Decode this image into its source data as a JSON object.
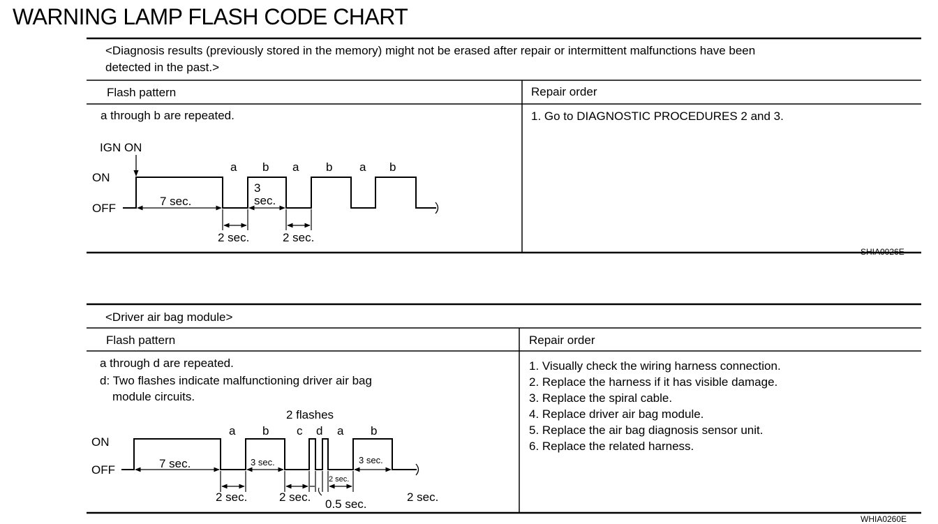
{
  "page_title": "WARNING LAMP FLASH CODE CHART",
  "table1": {
    "header_note_line1": "<Diagnosis results (previously stored in the memory) might not be erased after repair or intermittent malfunctions have been",
    "header_note_line2": "detected in the past.>",
    "col_flash": "Flash pattern",
    "col_repair": "Repair order",
    "description": "a through b are repeated.",
    "repair_steps": [
      "1. Go to DIAGNOSTIC PROCEDURES 2 and 3."
    ],
    "diagram": {
      "ign_on": "IGN ON",
      "on": "ON",
      "off": "OFF",
      "pulse_letters": [
        "a",
        "b",
        "a",
        "b",
        "a",
        "b"
      ],
      "label_7sec": "7 sec.",
      "label_3": "3",
      "label_3sec": "sec.",
      "label_2sec_a": "2 sec.",
      "label_2sec_b": "2 sec."
    },
    "code": "SHIA0026E"
  },
  "table2": {
    "header_note": "<Driver air bag module>",
    "col_flash": "Flash pattern",
    "col_repair": "Repair order",
    "description1": "a through d are repeated.",
    "description2": "d: Two flashes indicate malfunctioning driver air bag",
    "description3": "module circuits.",
    "repair_steps": [
      "1. Visually check the wiring harness connection.",
      "2. Replace the harness if it has visible damage.",
      "3. Replace the spiral cable.",
      "4. Replace driver air bag module.",
      "5. Replace the air bag diagnosis sensor unit.",
      "6. Replace the related harness."
    ],
    "diagram": {
      "flashes": "2 flashes",
      "on": "ON",
      "off": "OFF",
      "letters": [
        "a",
        "b",
        "c",
        "d",
        "a",
        "b"
      ],
      "label_7sec": "7 sec.",
      "label_3sec_1": "3 sec.",
      "label_3sec_2": "3 sec.",
      "label_2sec_small": "2 sec.",
      "label_2sec_1": "2 sec.",
      "label_2sec_2": "2 sec.",
      "label_05sec": "0.5 sec.",
      "label_2sec_3": "2 sec."
    },
    "code": "WHIA0260E"
  }
}
